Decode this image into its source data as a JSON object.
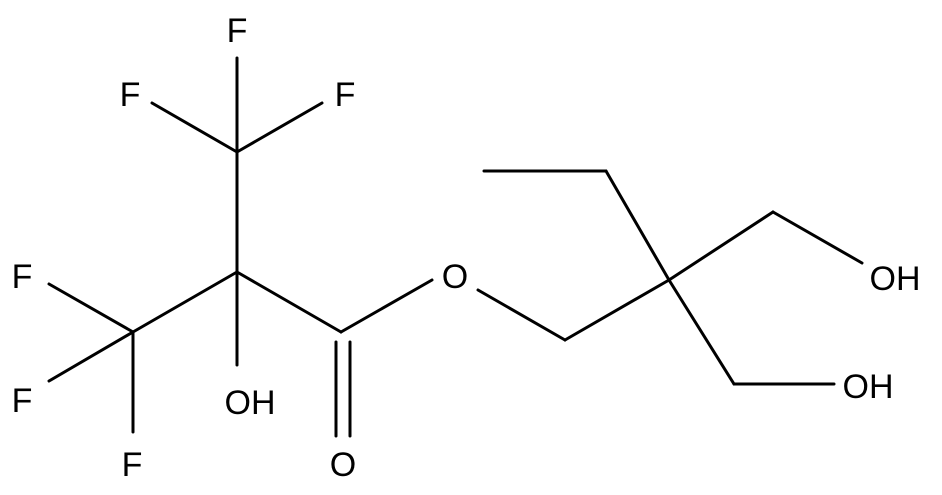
{
  "molecule": {
    "atom_labels": {
      "f1": "F",
      "f2": "F",
      "f3": "F",
      "f4": "F",
      "f5": "F",
      "f6": "F",
      "oh_alpha": "OH",
      "o_carbonyl": "O",
      "o_ester": "O",
      "oh_upper": "OH",
      "oh_lower": "OH"
    },
    "colors": {
      "bond": "#000000",
      "label": "#000000",
      "background": "#ffffff"
    }
  }
}
